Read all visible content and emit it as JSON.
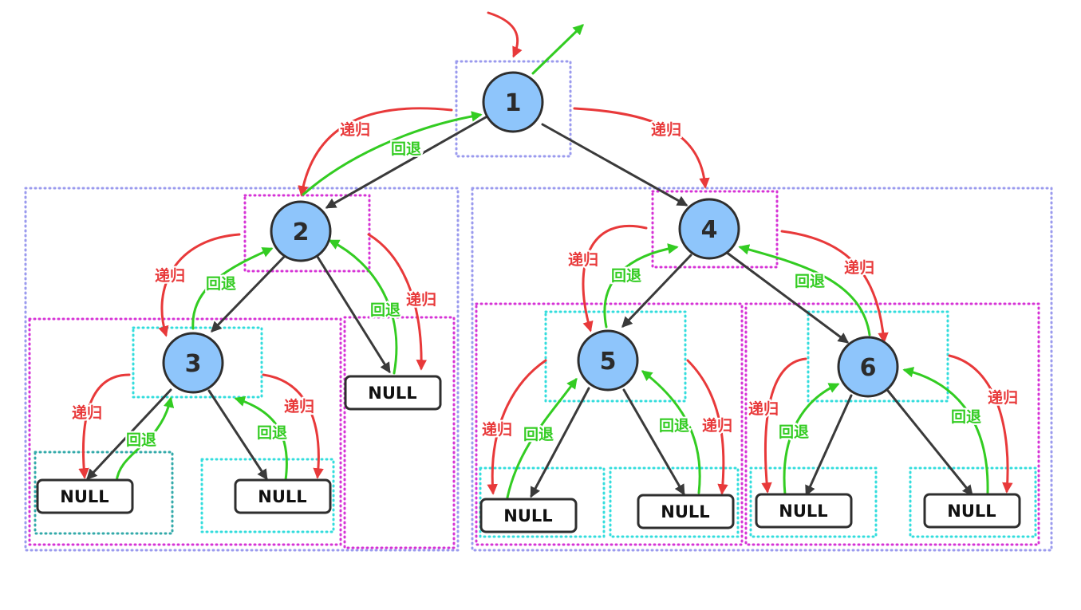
{
  "colors": {
    "recursion": "#e8393a",
    "backtrack": "#33cc22",
    "tree_edge": "#3a3a3a",
    "node_fill": "#8ec5fb",
    "node_stroke": "#2e2e2e",
    "frame_outer": "#9a9aee",
    "frame_middle": "#d633d6",
    "frame_inner": "#33dddd"
  },
  "nodes": [
    "1",
    "2",
    "4",
    "3",
    "5",
    "6"
  ],
  "null_leaf_label": "NULL",
  "null_leaf_count": 7,
  "edge_labels": {
    "recursion": "递归",
    "backtrack": "回退"
  }
}
